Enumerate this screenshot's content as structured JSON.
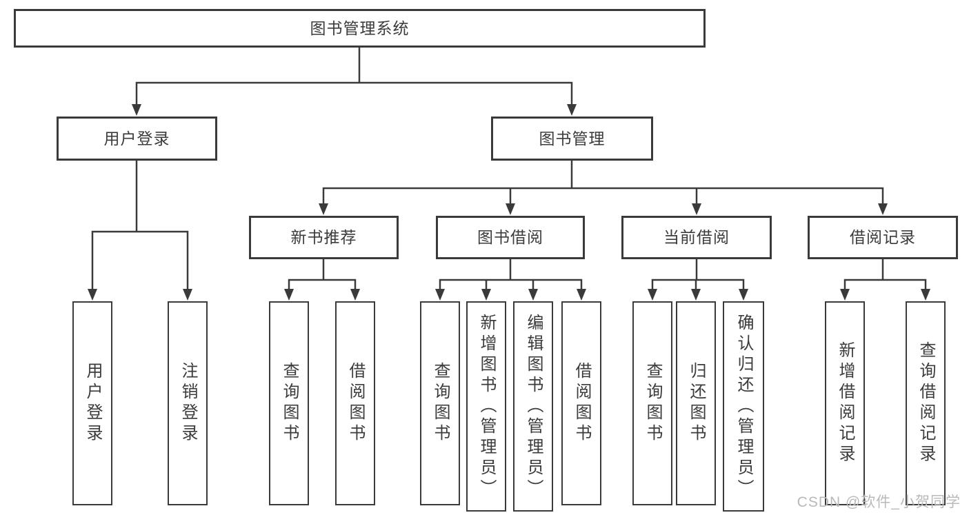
{
  "diagram": {
    "root": {
      "label": "图书管理系统"
    },
    "level2": {
      "user_login": {
        "label": "用户登录"
      },
      "book_mgmt": {
        "label": "图书管理"
      }
    },
    "level3": {
      "new_books": {
        "label": "新书推荐"
      },
      "book_borrow": {
        "label": "图书借阅"
      },
      "current_borrow": {
        "label": "当前借阅"
      },
      "borrow_records": {
        "label": "借阅记录"
      }
    },
    "leaves": {
      "user_login": [
        "用户登录",
        "注销登录"
      ],
      "new_books": [
        "查询图书",
        "借阅图书"
      ],
      "book_borrow": [
        "查询图书",
        "新增图书（管理员）",
        "编辑图书（管理员）",
        "借阅图书"
      ],
      "current_borrow": [
        "查询图书",
        "归还图书",
        "确认归还（管理员）"
      ],
      "borrow_records": [
        "新增借阅记录",
        "查询借阅记录"
      ]
    }
  },
  "watermark": "CSDN @软件_小贺同学",
  "colors": {
    "border": "#3a3a3a",
    "line": "#3a3a3a",
    "text": "#3b3b3b",
    "watermark": "#b9b9b9",
    "background": "#ffffff"
  }
}
